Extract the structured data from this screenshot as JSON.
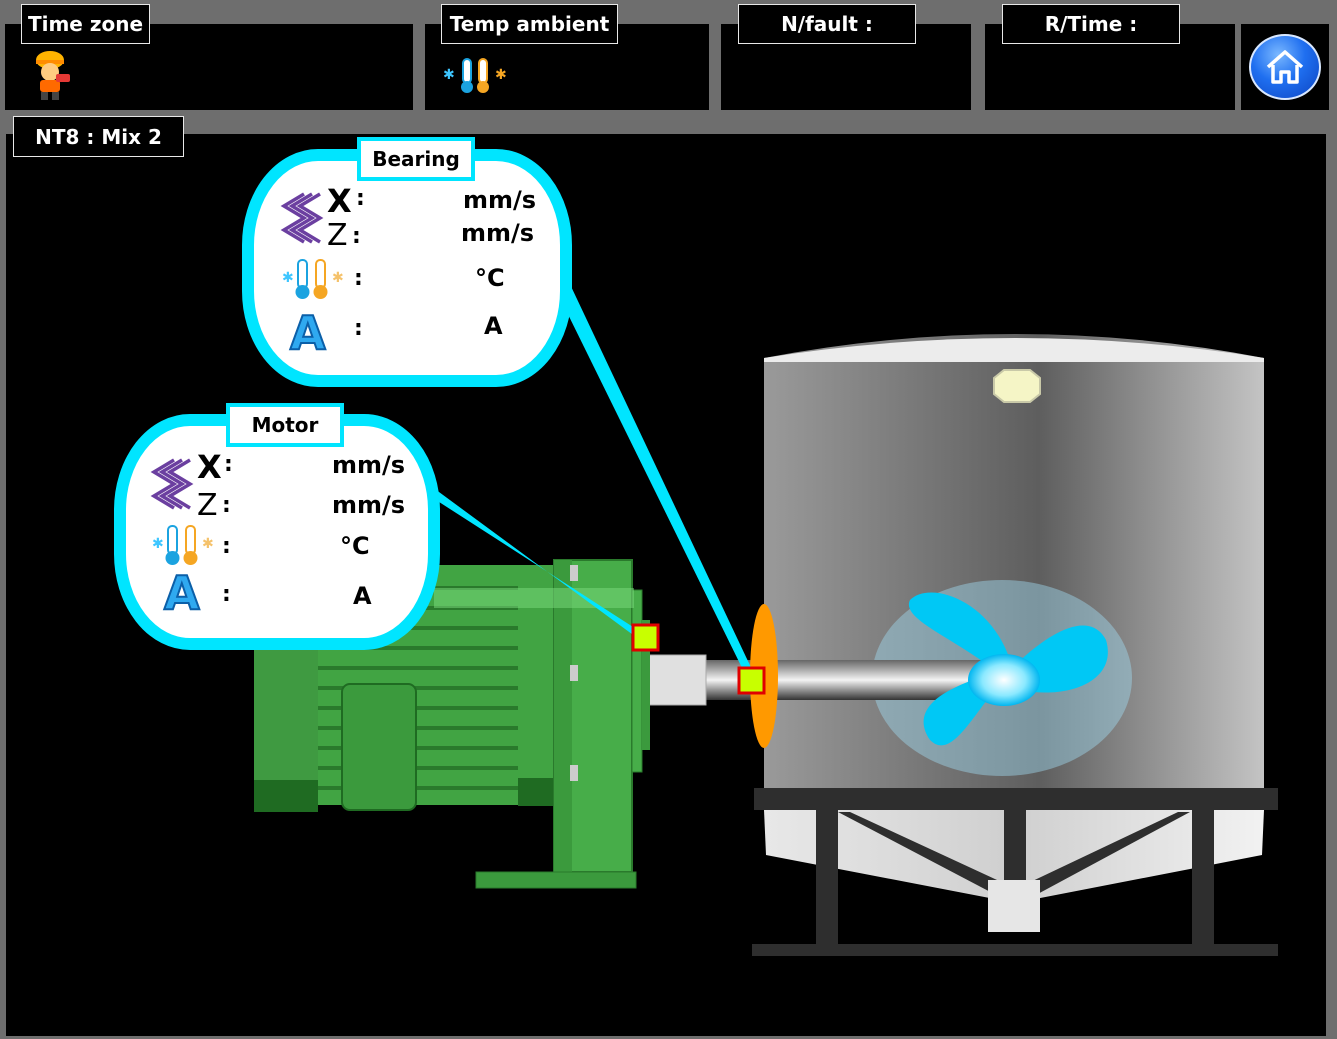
{
  "header": {
    "time_zone_label": "Time zone",
    "temp_ambient_label": "Temp ambient",
    "nfault_label": "N/fault :",
    "rtime_label": "R/Time :"
  },
  "screen": {
    "title": "NT8 : Mix 2"
  },
  "bearing": {
    "title": "Bearing",
    "x_label": "X",
    "z_label": "Z",
    "colon": ":",
    "x_unit": "mm/s",
    "z_unit": "mm/s",
    "temp_unit": "°C",
    "current_symbol": "A",
    "current_unit": "A"
  },
  "motor": {
    "title": "Motor",
    "x_label": "X",
    "z_label": "Z",
    "colon": ":",
    "x_unit": "mm/s",
    "z_unit": "mm/s",
    "temp_unit": "°C",
    "current_symbol": "A",
    "current_unit": "A"
  },
  "colors": {
    "accent": "#00e5ff",
    "motor_green": "#41a443",
    "sensor_fill": "#c8ff00",
    "sensor_border": "#e00000",
    "flange": "#ff9900",
    "propeller": "#00c8f5"
  },
  "icons": {
    "time_zone": "worker-mascot-icon",
    "temp_ambient": "thermometer-icon",
    "home": "home-icon",
    "vibration": "vibration-icon",
    "temperature": "thermometer-icon",
    "current": "ampere-icon"
  }
}
